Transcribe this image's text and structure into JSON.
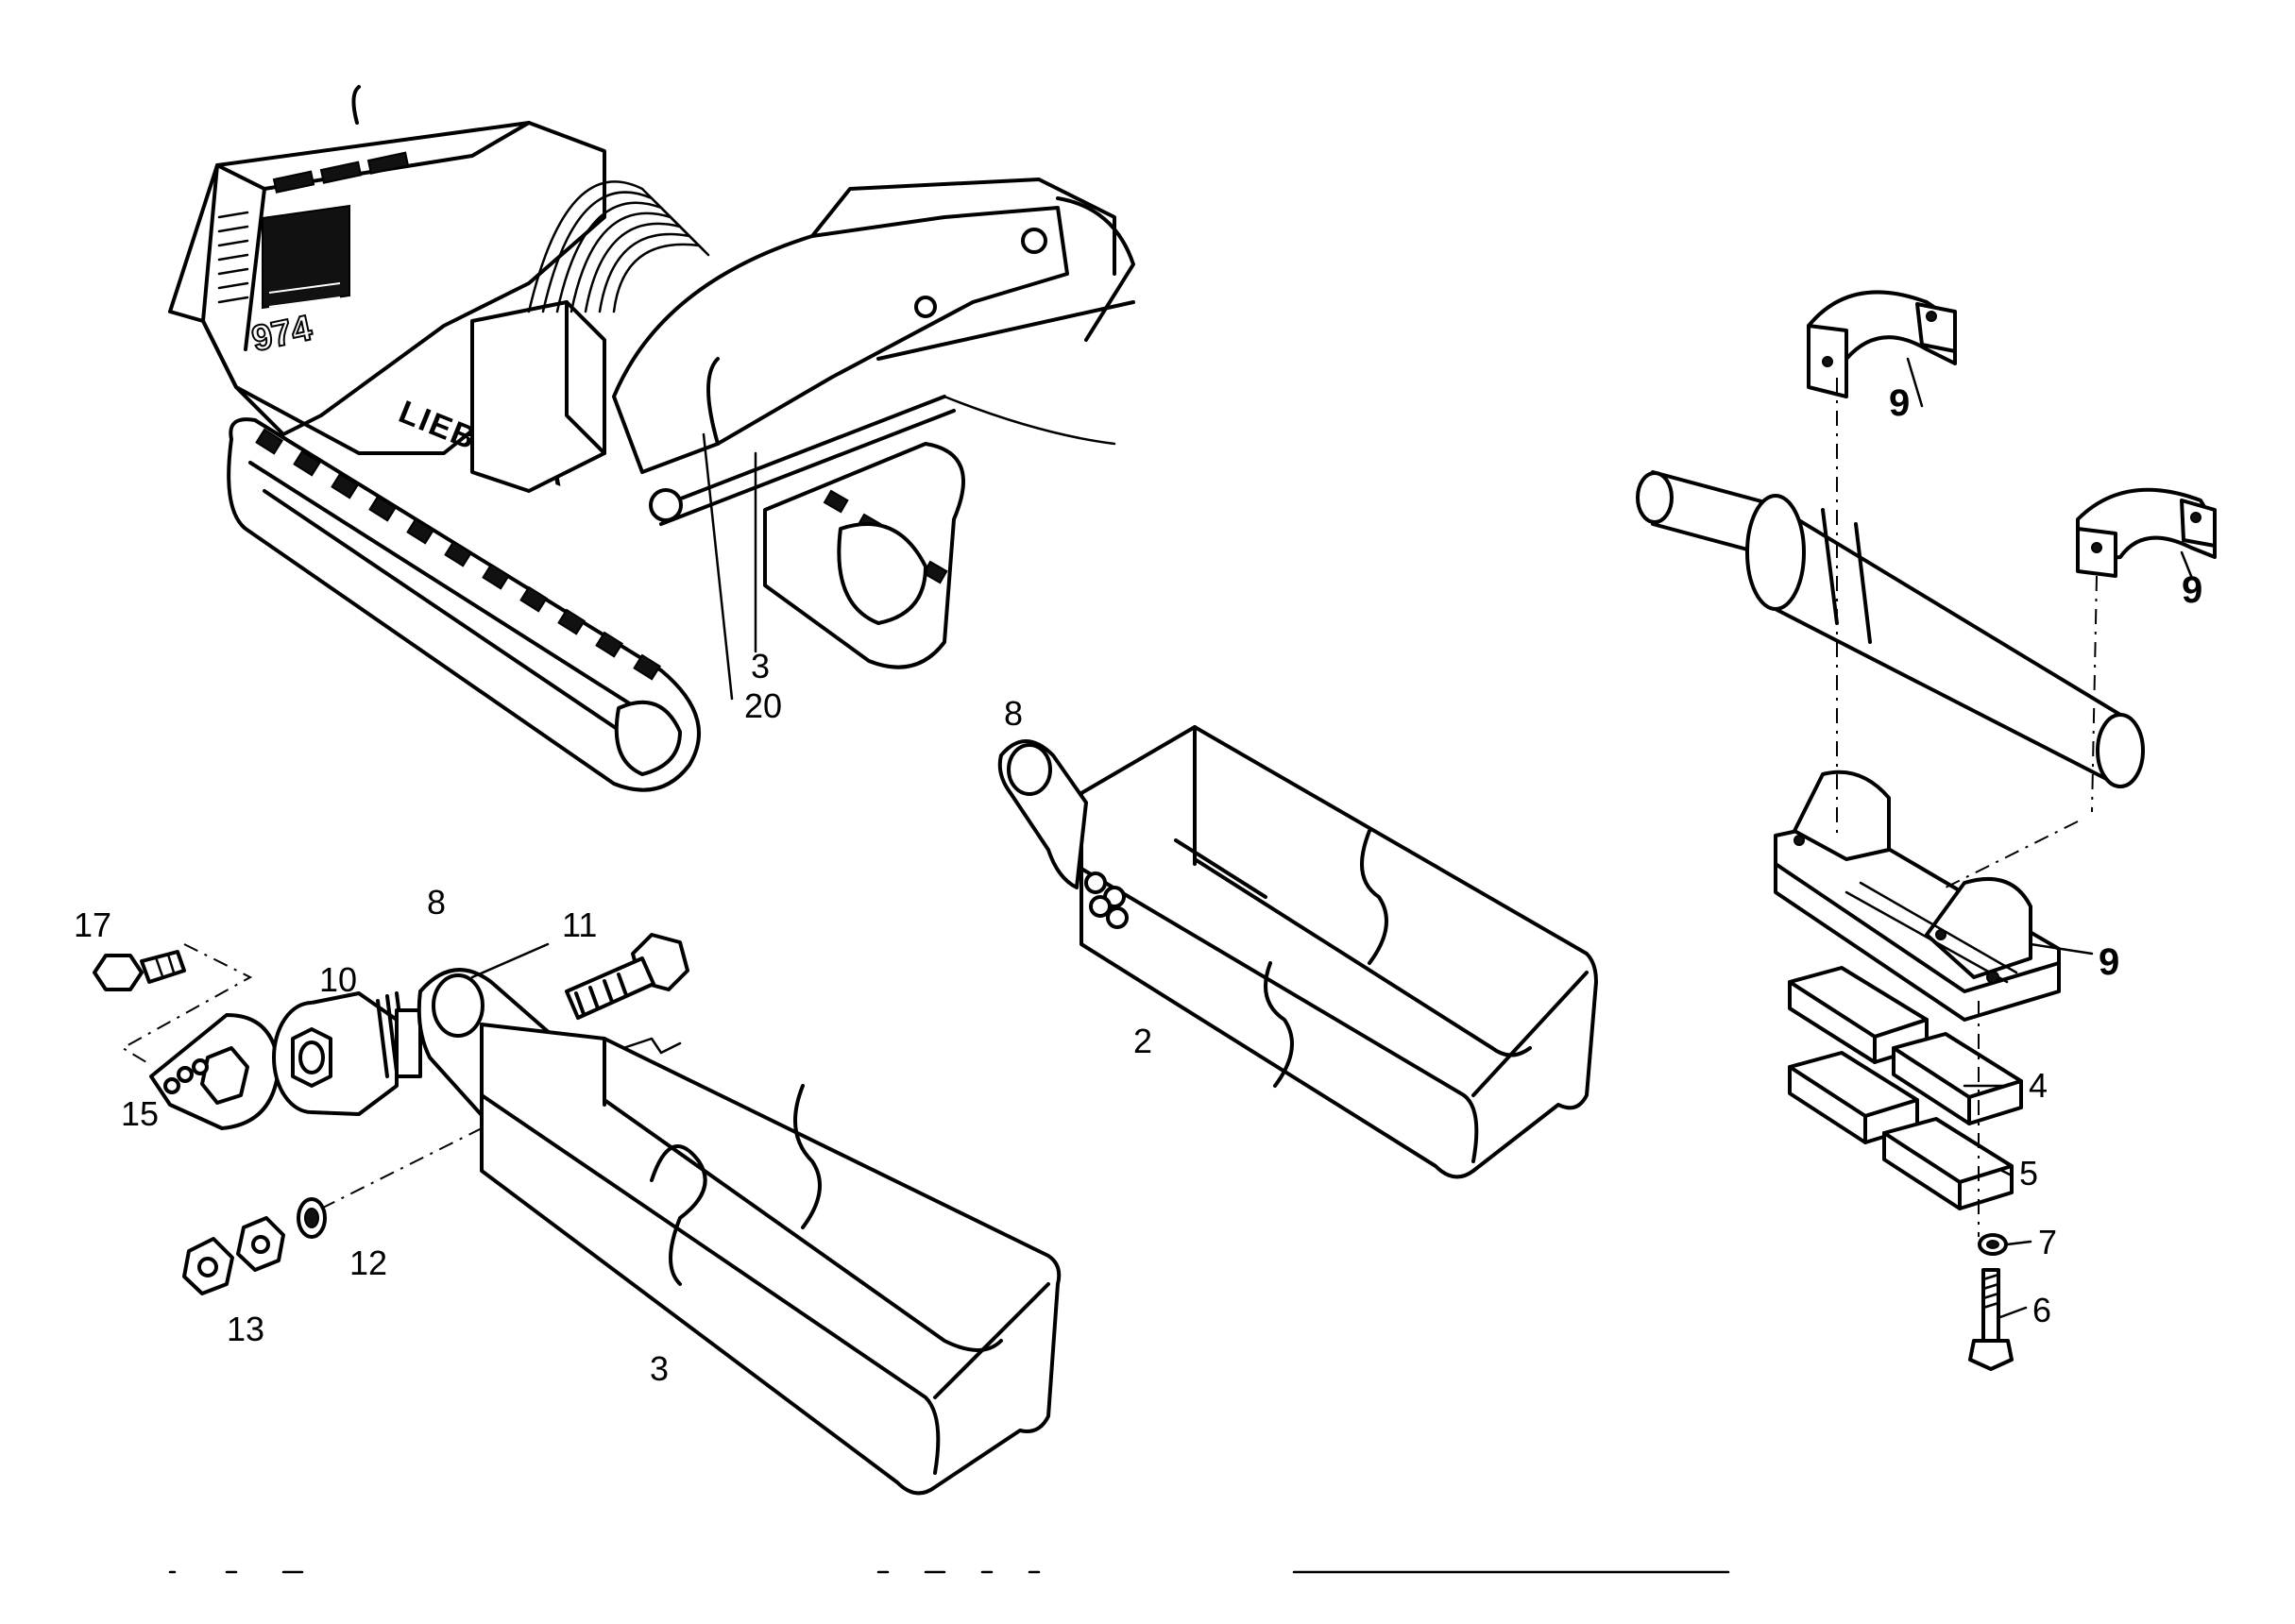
{
  "machine": {
    "brand": "LIEBHERR",
    "model": "974"
  },
  "callouts": [
    {
      "id": "c17",
      "text": "17"
    },
    {
      "id": "c10",
      "text": "10"
    },
    {
      "id": "c8a",
      "text": "8"
    },
    {
      "id": "c11",
      "text": "11"
    },
    {
      "id": "c15",
      "text": "15"
    },
    {
      "id": "c12",
      "text": "12"
    },
    {
      "id": "c13",
      "text": "13"
    },
    {
      "id": "c3a",
      "text": "3"
    },
    {
      "id": "c3b",
      "text": "3"
    },
    {
      "id": "c20",
      "text": "20"
    },
    {
      "id": "c8b",
      "text": "8"
    },
    {
      "id": "c2",
      "text": "2"
    },
    {
      "id": "c9a",
      "text": "9"
    },
    {
      "id": "c9b",
      "text": "9"
    },
    {
      "id": "c9c",
      "text": "9"
    },
    {
      "id": "c4",
      "text": "4"
    },
    {
      "id": "c5",
      "text": "5"
    },
    {
      "id": "c7",
      "text": "7"
    },
    {
      "id": "c6",
      "text": "6"
    }
  ]
}
